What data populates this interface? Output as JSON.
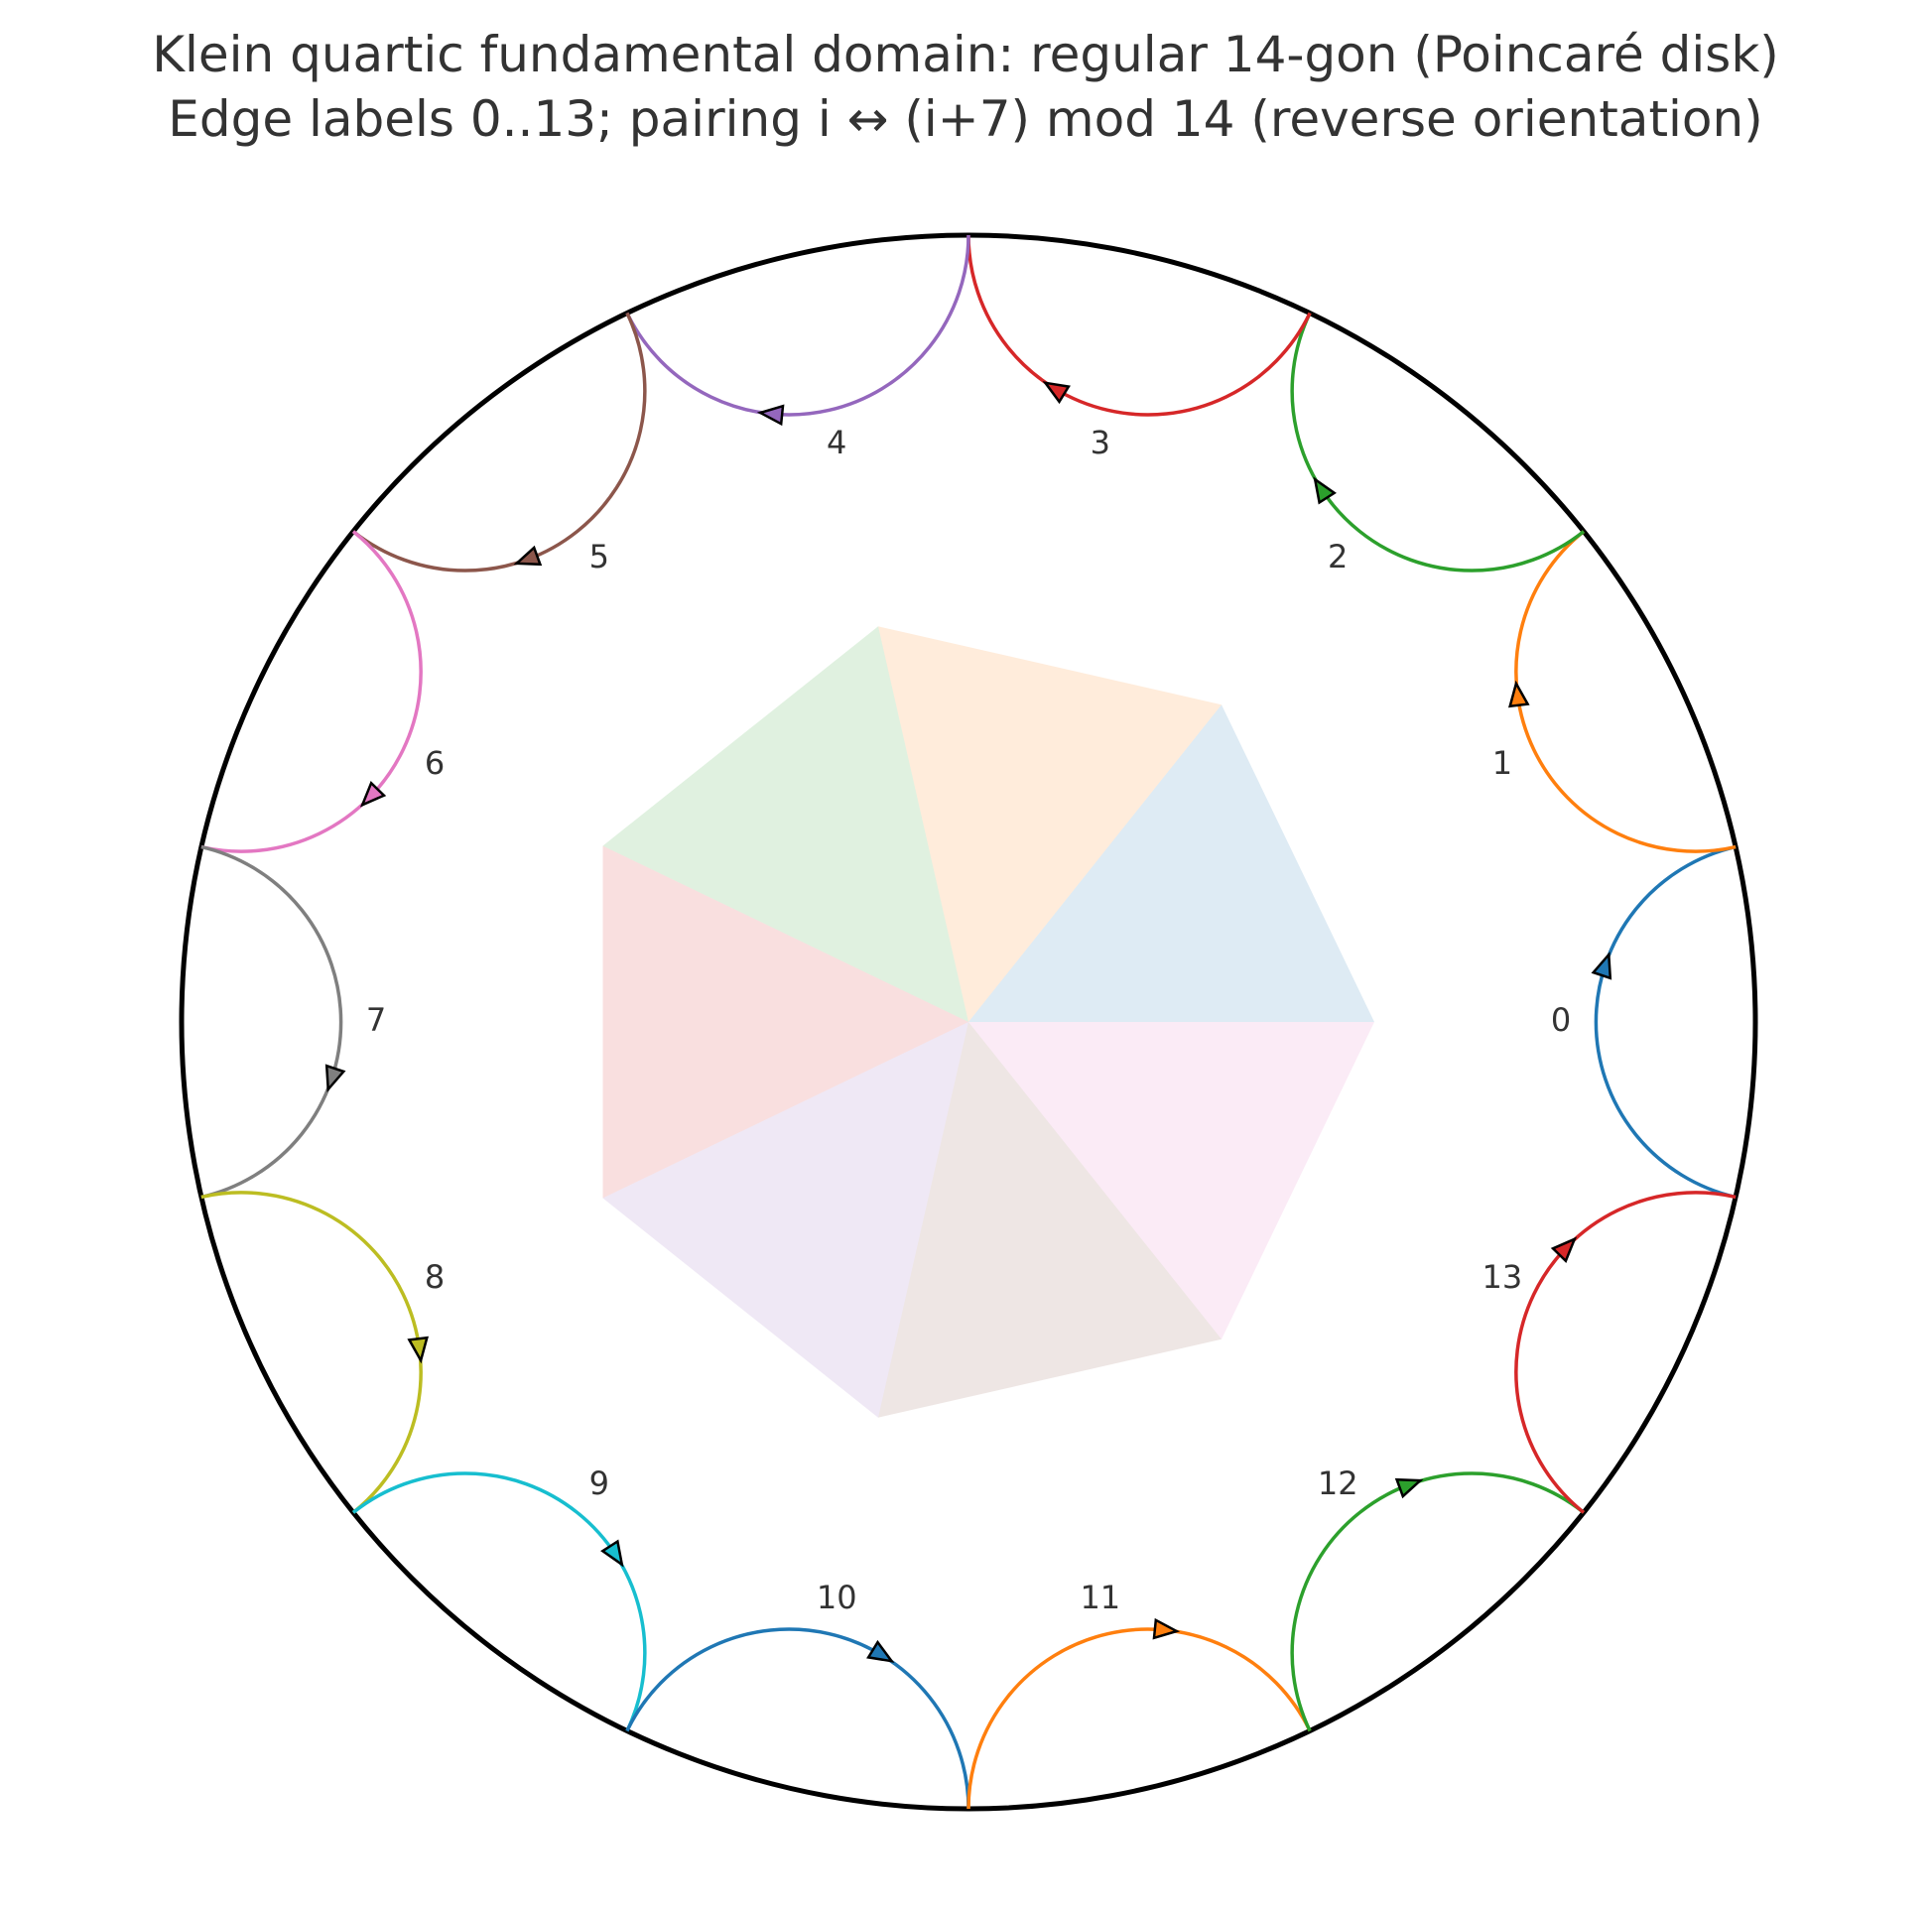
{
  "title": {
    "line1": "Klein quartic fundamental domain: regular 14-gon (Poincaré disk)",
    "line2": "Edge labels 0..13; pairing i ↔ (i+7) mod 14 (reverse orientation)"
  },
  "edges": [
    {
      "label": "0",
      "color": "#1f77b4"
    },
    {
      "label": "1",
      "color": "#ff7f0e"
    },
    {
      "label": "2",
      "color": "#2ca02c"
    },
    {
      "label": "3",
      "color": "#d62728"
    },
    {
      "label": "4",
      "color": "#9467bd"
    },
    {
      "label": "5",
      "color": "#8c564b"
    },
    {
      "label": "6",
      "color": "#e377c2"
    },
    {
      "label": "7",
      "color": "#7f7f7f"
    },
    {
      "label": "8",
      "color": "#bcbd22"
    },
    {
      "label": "9",
      "color": "#17becf"
    },
    {
      "label": "10",
      "color": "#1f77b4"
    },
    {
      "label": "11",
      "color": "#ff7f0e"
    },
    {
      "label": "12",
      "color": "#2ca02c"
    },
    {
      "label": "13",
      "color": "#d62728"
    }
  ],
  "center_heptagon": {
    "sector_colors": [
      "#1f77b4",
      "#ff7f0e",
      "#2ca02c",
      "#d62728",
      "#9467bd",
      "#8c564b",
      "#e377c2"
    ],
    "opacity": 0.15
  }
}
